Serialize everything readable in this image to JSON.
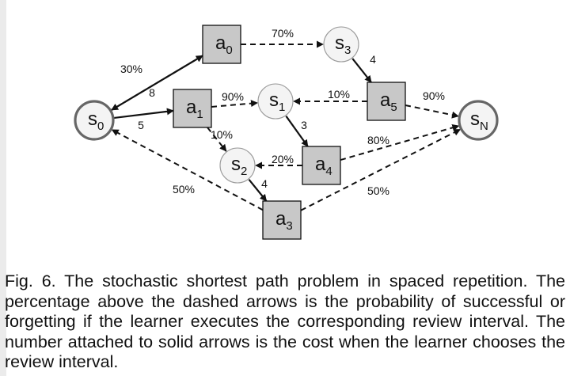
{
  "figure": {
    "nodes": [
      {
        "id": "s0",
        "kind": "state",
        "base": "s",
        "sub": "0",
        "terminal": true
      },
      {
        "id": "a0",
        "kind": "action",
        "base": "a",
        "sub": "0"
      },
      {
        "id": "s3",
        "kind": "state",
        "base": "s",
        "sub": "3"
      },
      {
        "id": "a1",
        "kind": "action",
        "base": "a",
        "sub": "1"
      },
      {
        "id": "s1",
        "kind": "state",
        "base": "s",
        "sub": "1"
      },
      {
        "id": "a5",
        "kind": "action",
        "base": "a",
        "sub": "5"
      },
      {
        "id": "sN",
        "kind": "state",
        "base": "s",
        "sub": "N",
        "terminal": true
      },
      {
        "id": "s2",
        "kind": "state",
        "base": "s",
        "sub": "2"
      },
      {
        "id": "a4",
        "kind": "action",
        "base": "a",
        "sub": "4"
      },
      {
        "id": "a3",
        "kind": "action",
        "base": "a",
        "sub": "3"
      }
    ],
    "edges": [
      {
        "id": "e-s0-a0",
        "from": "s0",
        "to": "a0",
        "style": "solid",
        "label": "8"
      },
      {
        "id": "e-s0-a1",
        "from": "s0",
        "to": "a1",
        "style": "solid",
        "label": "5"
      },
      {
        "id": "e-a0-s0",
        "from": "a0",
        "to": "s0",
        "style": "dashed",
        "label": "30%"
      },
      {
        "id": "e-a0-s3",
        "from": "a0",
        "to": "s3",
        "style": "dashed",
        "label": "70%"
      },
      {
        "id": "e-s3-a5",
        "from": "s3",
        "to": "a5",
        "style": "solid",
        "label": "4"
      },
      {
        "id": "e-a5-s1",
        "from": "a5",
        "to": "s1",
        "style": "dashed",
        "label": "10%"
      },
      {
        "id": "e-a5-sN",
        "from": "a5",
        "to": "sN",
        "style": "dashed",
        "label": "90%"
      },
      {
        "id": "e-a1-s1",
        "from": "a1",
        "to": "s1",
        "style": "dashed",
        "label": "90%"
      },
      {
        "id": "e-a1-s2",
        "from": "a1",
        "to": "s2",
        "style": "dashed",
        "label": "10%"
      },
      {
        "id": "e-s1-a4",
        "from": "s1",
        "to": "a4",
        "style": "solid",
        "label": "3"
      },
      {
        "id": "e-a4-s2",
        "from": "a4",
        "to": "s2",
        "style": "dashed",
        "label": "20%"
      },
      {
        "id": "e-a4-sN",
        "from": "a4",
        "to": "sN",
        "style": "dashed",
        "label": "80%"
      },
      {
        "id": "e-s2-a3",
        "from": "s2",
        "to": "a3",
        "style": "solid",
        "label": "4"
      },
      {
        "id": "e-a3-s0",
        "from": "a3",
        "to": "s0",
        "style": "dashed",
        "label": "50%"
      },
      {
        "id": "e-a3-sN",
        "from": "a3",
        "to": "sN",
        "style": "dashed",
        "label": "50%"
      }
    ],
    "colors": {
      "action_fill": "#c8c8c8",
      "state_fill": "#f4f4f4",
      "terminal_stroke": "#666666",
      "stroke": "#111111"
    }
  },
  "caption": {
    "text": "Fig. 6. The stochastic shortest path problem in spaced repetition. The percentage above the dashed arrows is the probability of successful or forgetting if the learner executes the corresponding review interval. The number attached to solid arrows is the cost when the learner chooses the review interval."
  }
}
